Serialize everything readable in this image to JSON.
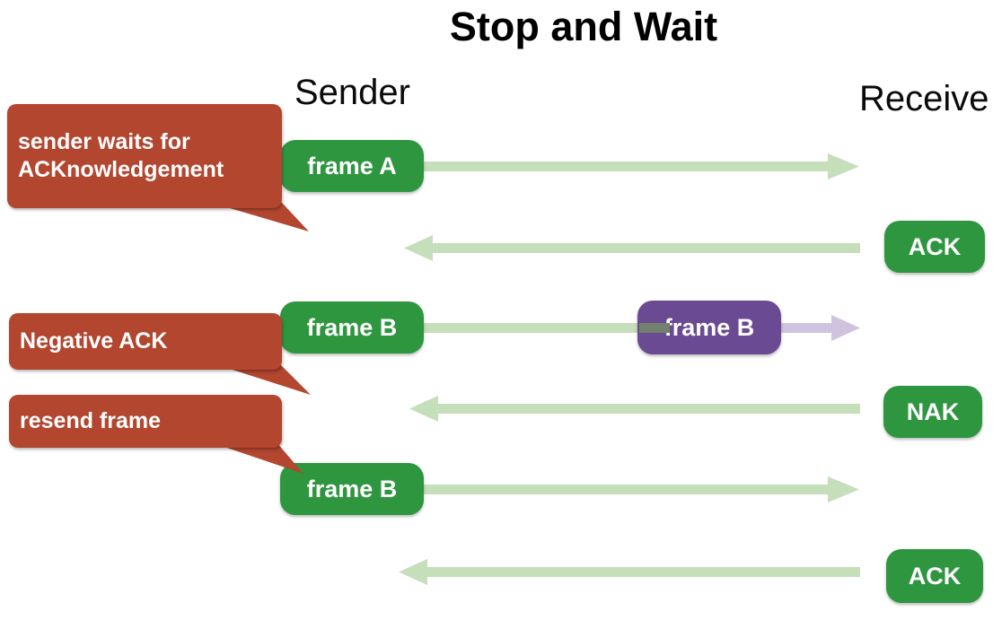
{
  "title": "Stop and Wait",
  "columns": {
    "sender": "Sender",
    "receiver": "Receive"
  },
  "nodes": {
    "frame_a": {
      "label": "frame A"
    },
    "frame_b1": {
      "label": "frame B"
    },
    "frame_b_recv": {
      "label": "frame B"
    },
    "frame_b2": {
      "label": "frame B"
    },
    "ack1": {
      "label": "ACK"
    },
    "nak": {
      "label": "NAK"
    },
    "ack2": {
      "label": "ACK"
    }
  },
  "callouts": {
    "wait_ack": {
      "text": "sender waits for\nACKnowledgement"
    },
    "negative_ack": {
      "text": "Negative ACK"
    },
    "resend": {
      "text": "resend frame"
    }
  },
  "arrows": [
    {
      "name": "frame-a-transmit",
      "direction": "right",
      "color": "arrow_green"
    },
    {
      "name": "ack-return",
      "direction": "left",
      "color": "arrow_green"
    },
    {
      "name": "frame-b-transmit",
      "direction": "right",
      "color": "arrow_green_then_purple"
    },
    {
      "name": "nak-return",
      "direction": "left",
      "color": "arrow_green"
    },
    {
      "name": "frame-b-resend",
      "direction": "right",
      "color": "arrow_green"
    },
    {
      "name": "ack-return-2",
      "direction": "left",
      "color": "arrow_green"
    }
  ],
  "colors": {
    "frame_green": "#2f9640",
    "arrow_green": "#c5dfba",
    "frame_purple": "#6a4a92",
    "arrow_purple": "#cfc3e0",
    "callout_red": "#b2462f",
    "blend_gray_green": "#72806d",
    "text_white": "#ffffff",
    "text_black": "#000000"
  }
}
